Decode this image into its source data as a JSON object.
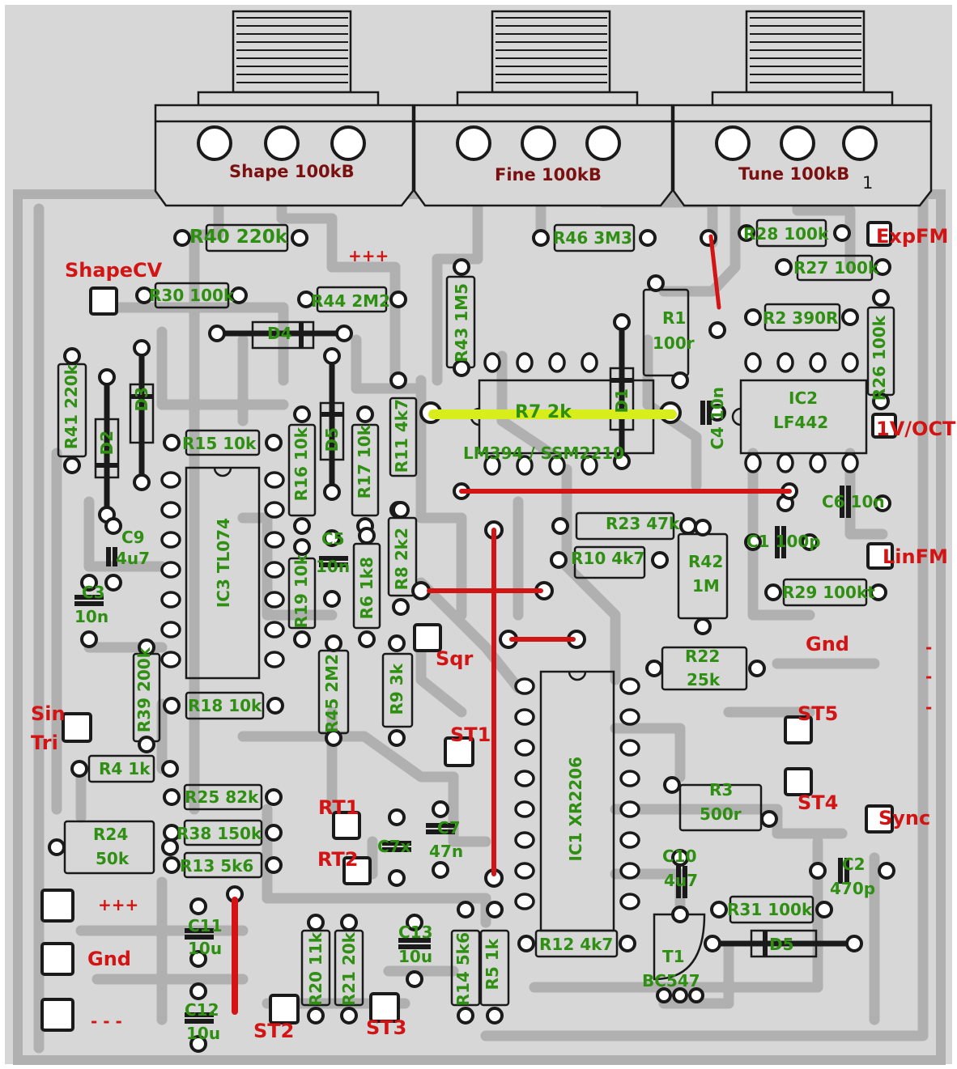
{
  "colors": {
    "board": "#d7d7d7",
    "trace": "#b0b0b0",
    "outline": "#1a1a1a",
    "component_label": "#2f8f12",
    "connector_label": "#d21414",
    "pot_label": "#7a1010",
    "jumper": "#d21414",
    "jumper_highlight": "#d8ee1c"
  },
  "pots": {
    "shape": "Shape 100kB",
    "fine": "Fine 100kB",
    "tune": "Tune 100kB",
    "tune_pin": "1"
  },
  "components": {
    "r40": "R40 220k",
    "r46": "R46 3M3",
    "r28": "R28 100k",
    "r27": "R27 100k",
    "r30": "R30 100k",
    "r44": "R44 2M2",
    "r43": "R43 1M5",
    "r1a": "R1",
    "r1b": "100r",
    "r2": "R2 390R",
    "r26": "R26 100k",
    "d4": "D4",
    "r41": "R41 220k",
    "d3": "D3",
    "d2": "D2",
    "r15": "R15  10k",
    "r16": "R16 10k",
    "d5a": "D5",
    "r17": "R17 10k",
    "r11": "R11 4k7",
    "r7": "R7 2k",
    "d1": "D1",
    "ic2a": "IC2",
    "ic2b": "LF442",
    "c4": "C4 10n",
    "lm394": "LM394 / SSM2210",
    "c6": "C6 10n",
    "r23": "R23 47k",
    "r10": "R10 4k7",
    "r42a": "R42",
    "r42b": "1M",
    "c1": "C1 100p",
    "r29": "R29 100kt",
    "ic3": "IC3 TL074",
    "c9a": "C9",
    "c9b": "4u7",
    "c5a": "C5",
    "c5b": "10n",
    "r19": "R19 10k",
    "r6": "R6 1k8",
    "r8": "R8 2k2",
    "c3a": "C3",
    "c3b": "10n",
    "r22a": "R22",
    "r22b": "25k",
    "r39": "R39 200k",
    "r18": "R18 10k",
    "r45": "R45  2M2",
    "r9": "R9 3k",
    "r4": "R4 1k",
    "ic1": "IC1 XR2206",
    "r25": "R25 82k",
    "r38": "R38 150k",
    "r13": "R13 5k6",
    "r24a": "R24",
    "r24b": "50k",
    "c7xa": "C7x",
    "c7a": "C7",
    "c7b": "47n",
    "r3a": "R3",
    "r3b": "500r",
    "c10a": "C10",
    "c10b": "4u7",
    "c2a": "C2",
    "c2b": "470p",
    "r31": "R31 100k",
    "c11a": "C11",
    "c11b": "10u",
    "c12a": "C12",
    "c12b": "10u",
    "r20": "R20 11k",
    "r21": "R21 20k",
    "c13a": "C13",
    "c13b": "10u",
    "r14": "R14 5k6",
    "r5": "R5 1k",
    "r12": "R12 4k7",
    "d5b": "D5",
    "t1a": "T1",
    "t1b": "BC547"
  },
  "connectors": {
    "expfm": "ExpFM",
    "shapecv": "ShapeCV",
    "plus_top": "+++",
    "v1oct": "1V/OCT",
    "linfm": "LinFM",
    "gnd_right": "Gnd",
    "sqr": "Sqr",
    "st5": "ST5",
    "st4": "ST4",
    "sync": "Sync",
    "sin": "Sin",
    "tri": "Tri",
    "st1": "ST1",
    "rt1": "RT1",
    "rt2": "RT2",
    "plus_bottom": "+++",
    "gnd_bottom": "Gnd",
    "minus_bottom": "- - -",
    "st2": "ST2",
    "st3": "ST3",
    "dash1": "-",
    "dash2": "-",
    "dash3": "-"
  }
}
